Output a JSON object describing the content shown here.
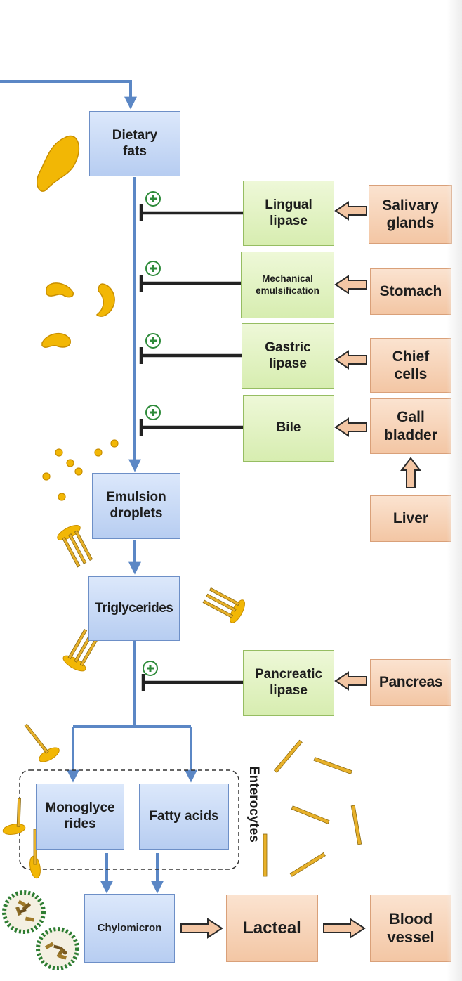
{
  "nodes": {
    "dietary_fats": "Dietary\nfats",
    "emulsion_droplets": "Emulsion\ndroplets",
    "triglycerides": "Triglycerides",
    "monoglycerides": "Monoglyce\nrides",
    "fatty_acids": "Fatty acids",
    "chylomicron": "Chylomicron",
    "lingual_lipase": "Lingual\nlipase",
    "mechanical_emulsification": "Mechanical\nemulsification",
    "gastric_lipase": "Gastric\nlipase",
    "bile": "Bile",
    "pancreatic_lipase": "Pancreatic\nlipase",
    "salivary_glands": "Salivary\nglands",
    "stomach": "Stomach",
    "chief_cells": "Chief\ncells",
    "gall_bladder": "Gall\nbladder",
    "liver": "Liver",
    "pancreas": "Pancreas",
    "lacteal": "Lacteal",
    "blood_vessel": "Blood\nvessel"
  },
  "group_label": "Enterocytes",
  "colors": {
    "flow_arrow": "#5b87c5",
    "inhibit_line": "#222222",
    "plus_sign": "#2e8b3a",
    "fat_yellow": "#f2b705",
    "fat_outline": "#c98f00",
    "hollow_arrow": "#f3c6a4"
  }
}
